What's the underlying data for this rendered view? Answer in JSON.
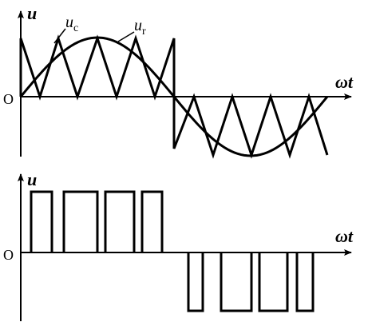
{
  "top_plot": {
    "y_axis_label": "u",
    "x_axis_label": "ωt",
    "origin_label": "O",
    "carrier_label": {
      "base": "u",
      "sub": "c"
    },
    "reference_label": {
      "base": "u",
      "sub": "r"
    }
  },
  "bottom_plot": {
    "y_axis_label": "u",
    "x_axis_label": "ωt",
    "origin_label": "O"
  },
  "colors": {
    "ink": "#000000",
    "background": "#ffffff"
  }
}
